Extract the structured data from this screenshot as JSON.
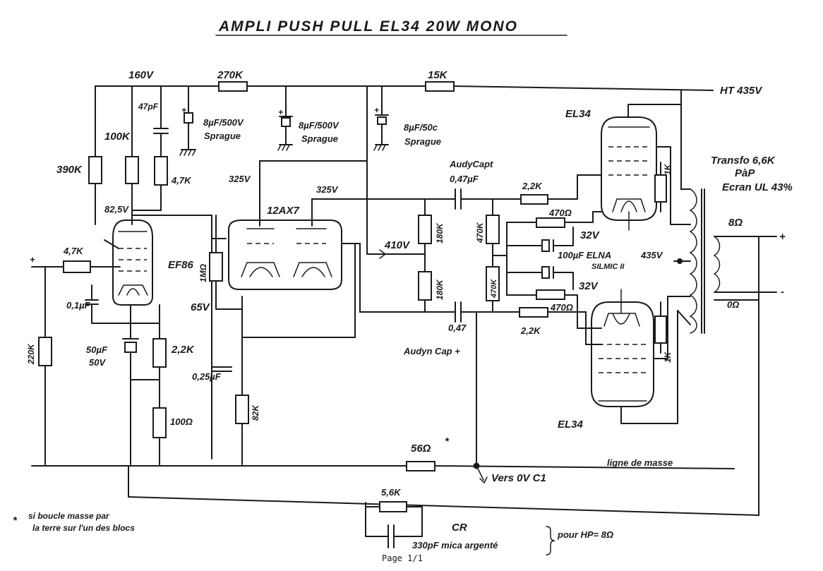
{
  "title": "AMPLI PUSH PULL EL34 20W MONO",
  "footer": "Page 1/1",
  "rails": {
    "ht": "HT 435V",
    "v160": "160V",
    "r270": "270K",
    "r15": "15K"
  },
  "decoupling": {
    "c47p": "47pF",
    "cap1_line1": "8µF/500V",
    "cap1_line2": "Sprague",
    "cap2_line1": "8µF/500V",
    "cap2_line2": "Sprague",
    "cap3_line1": "8µF/50c",
    "cap3_line2": "Sprague"
  },
  "input_stage": {
    "plus": "+",
    "r100k": "100K",
    "r390k": "390K",
    "r47k_plate": "4,7K",
    "v82": "82,5V",
    "r47k_grid": "4,7K",
    "c01": "0,1µF",
    "r220k": "220K",
    "c50": "50µF",
    "c50v": "50V",
    "r22k": "2,2K",
    "r100": "100Ω",
    "tube": "EF86"
  },
  "phase_splitter": {
    "v325_left": "325V",
    "v325_right": "325V",
    "tube": "12AX7",
    "r1m": "1MΩ",
    "v65": "65V",
    "c025": "0,25µF",
    "r82k": "82K"
  },
  "driver": {
    "cap_top_line1": "AudyCapt",
    "cap_top_line2": "0,47µF",
    "v410": "410V",
    "r180k_top": "180K",
    "r180k_bot": "180K",
    "cap_bot_line1": "0,47",
    "cap_bot_line2": "Audyn Cap +",
    "r470k_top": "470K",
    "r470k_bot": "470K"
  },
  "output_stage": {
    "el34_top": "EL34",
    "el34_bottom": "EL34",
    "r22k_top": "2,2K",
    "r22k_bot": "2,2K",
    "r470_top": "470Ω",
    "r470_bot": "470Ω",
    "v32_top": "32V",
    "v32_bot": "32V",
    "elna_line1": "100µF ELNA",
    "elna_line2": "SILMIC II",
    "v435": "435V",
    "rk_top": "1K",
    "rk_bot": "1K"
  },
  "transformer": {
    "line1": "Transfo 6,6K",
    "line2": "PàP",
    "line3": "Ecran UL 43%",
    "out8": "8Ω",
    "out0": "0Ω",
    "plus": "+",
    "minus": "-"
  },
  "ground": {
    "r56": "56Ω",
    "star": "*",
    "ligne": "ligne de masse",
    "vers": "Vers 0V C1"
  },
  "feedback": {
    "r56k": "5,6K",
    "cr": "CR",
    "c330": "330pF mica argenté",
    "pour": "pour HP= 8Ω"
  },
  "note": {
    "line1": "si boucle masse par",
    "line2": "la terre sur l'un des blocs"
  }
}
